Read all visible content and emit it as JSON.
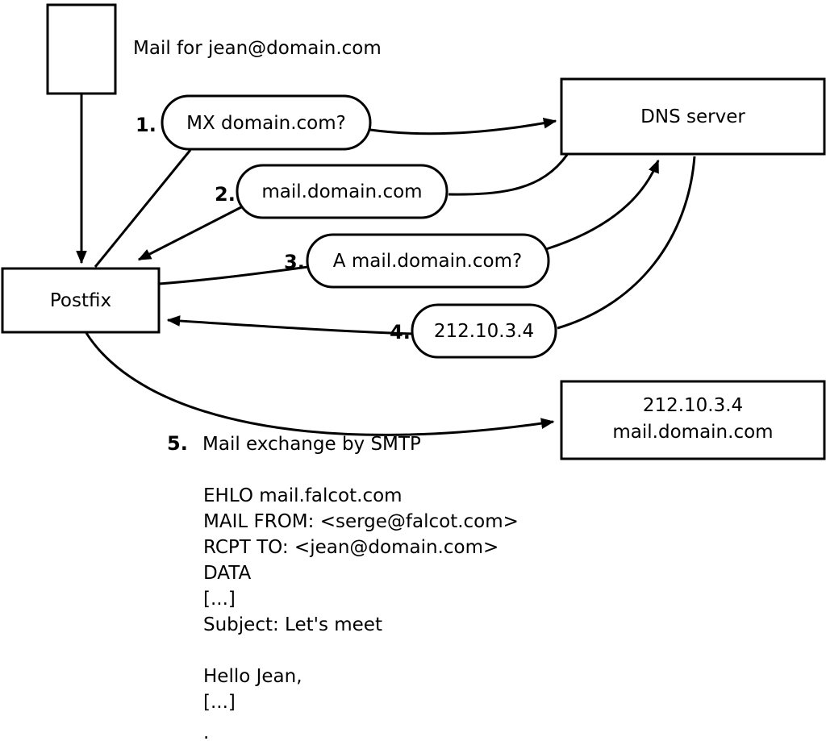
{
  "diagram": {
    "caption": "Mail for jean@domain.com",
    "nodes": {
      "postfix": "Postfix",
      "dns_server": "DNS server",
      "destination_line1": "212.10.3.4",
      "destination_line2": "mail.domain.com"
    },
    "steps": [
      {
        "num": "1.",
        "label": "MX domain.com?"
      },
      {
        "num": "2.",
        "label": "mail.domain.com"
      },
      {
        "num": "3.",
        "label": "A mail.domain.com?"
      },
      {
        "num": "4.",
        "label": "212.10.3.4"
      },
      {
        "num": "5.",
        "label": "Mail exchange by SMTP"
      }
    ],
    "transcript": [
      "EHLO mail.falcot.com",
      "MAIL FROM: <serge@falcot.com>",
      "RCPT TO: <jean@domain.com>",
      "DATA",
      "[...]",
      "Subject: Let's meet",
      "",
      "Hello Jean,",
      "[...]",
      "",
      "."
    ],
    "colors": {
      "stroke": "#000000",
      "fill": "#ffffff"
    }
  }
}
